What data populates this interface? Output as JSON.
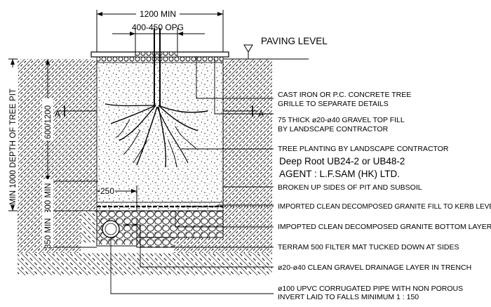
{
  "dimensions": {
    "top_width": "1200 MIN",
    "opening": "400-450 OPG",
    "depth_total": "MIN 1000 DEPTH OF TREE PIT",
    "depth_upper": "600/1200",
    "depth_mid": "300 MIN",
    "depth_bottom": "350 MIN",
    "trench_width": "250"
  },
  "paving_level": "PAVING LEVEL",
  "section_marks": {
    "left": "A",
    "right": "A"
  },
  "agent": {
    "product": "Deep Root UB24-2 or UB48-2",
    "agent": "AGENT : L.F.SAM (HK) LTD."
  },
  "callouts": [
    {
      "lines": [
        "CAST IRON OR P.C. CONCRETE TREE",
        "GRILLE TO SEPARATE DETAILS"
      ]
    },
    {
      "lines": [
        "75 THICK ø20-ø40 GRAVEL TOP FILL",
        "BY LANDSCAPE CONTRACTOR"
      ]
    },
    {
      "lines": [
        "TREE PLANTING BY LANDSCAPE CONTRACTOR"
      ]
    },
    {
      "lines": [
        "BROKEN UP SIDES OF PIT AND SUBSOIL"
      ]
    },
    {
      "lines": [
        "IMPORTED CLEAN DECOMPOSED GRANITE FILL TO KERB LEVEL"
      ]
    },
    {
      "lines": [
        "IMPOPTED CLEAN DECOMPOSED GRANITE BOTTOM LAYER"
      ]
    },
    {
      "lines": [
        "TERRAM 500 FILTER MAT TUCKED DOWN AT SIDES"
      ]
    },
    {
      "lines": [
        "ø20-ø40 CLEAN GRAVEL DRAINAGE LAYER IN TRENCH"
      ]
    },
    {
      "lines": [
        "ø100 UPVC CORRUGATED PIPE WITH NON POROUS",
        "INVERT LAID TO FALLS MINIMUM 1 : 150"
      ]
    }
  ]
}
